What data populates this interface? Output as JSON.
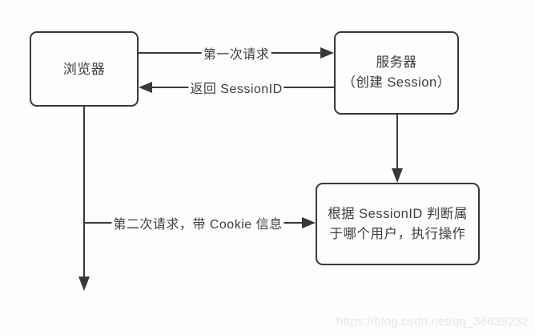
{
  "colors": {
    "bg": "#fdfdfd",
    "line": "#383838",
    "ink": "#3d3d3d",
    "wm": "#e6e6e6"
  },
  "nodes": {
    "browser": {
      "label": "浏览器"
    },
    "server": {
      "label": "服务器\n（创建 Session）"
    },
    "judge": {
      "label": "根据 SessionID 判断属\n于哪个用户，执行操作"
    }
  },
  "edges": {
    "first_request": {
      "label": "第一次请求"
    },
    "return_sessionid": {
      "label": "返回 SessionID"
    },
    "second_request": {
      "label": "第二次请求，带 Cookie 信息"
    }
  },
  "watermark": "https://blog.csdn.net/qq_36639232"
}
